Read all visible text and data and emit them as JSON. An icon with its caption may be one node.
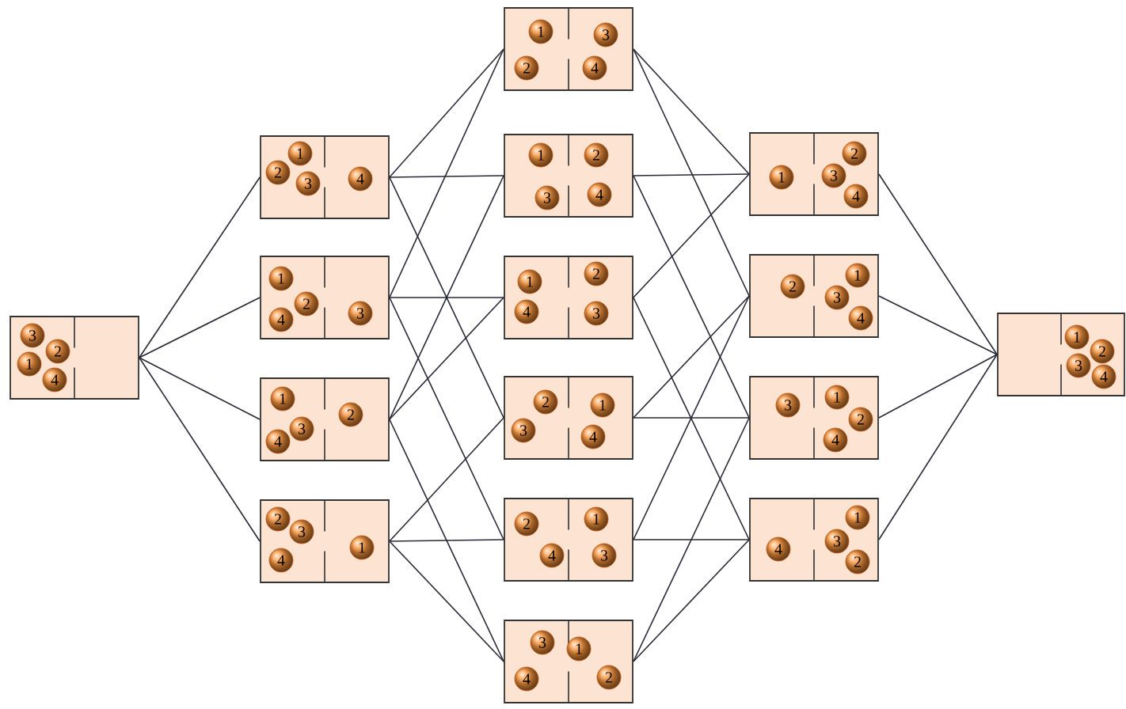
{
  "diagram": {
    "nodes": [
      {
        "text": [],
        "shape": "box"
      },
      {
        "text": [
          "1"
        ],
        "in": 0
      },
      {
        "text": [
          "2"
        ],
        "in": 0
      },
      {
        "text": [
          "3"
        ],
        "in": 0
      },
      {
        "text": [
          "4"
        ],
        "in": 0
      },
      {
        "text": [],
        "shape": "box"
      },
      {
        "text": [
          "1"
        ],
        "in": 5
      },
      {
        "text": [
          "2"
        ],
        "in": 5
      },
      {
        "text": [
          "3"
        ],
        "in": 5
      },
      {
        "text": [
          "4"
        ],
        "in": 5
      },
      {
        "text": [],
        "shape": "box"
      },
      {
        "text": [
          "1"
        ],
        "in": 10
      },
      {
        "text": [
          "2"
        ],
        "in": 10
      },
      {
        "text": [
          "3"
        ],
        "in": 10
      },
      {
        "text": [
          "4"
        ],
        "in": 10
      },
      {
        "text": [],
        "shape": "box"
      },
      {
        "text": [
          "1"
        ],
        "in": 15
      },
      {
        "text": [
          "2"
        ],
        "in": 15
      },
      {
        "text": [
          "3"
        ],
        "in": 15
      },
      {
        "text": [
          "4"
        ],
        "in": 15
      },
      {
        "text": [],
        "shape": "box"
      },
      {
        "text": [
          "1"
        ],
        "in": 20
      },
      {
        "text": [
          "2"
        ],
        "in": 20
      },
      {
        "text": [
          "3"
        ],
        "in": 20
      },
      {
        "text": [
          "4"
        ],
        "in": 20
      },
      {
        "text": [],
        "shape": "box"
      },
      {
        "text": [
          "1"
        ],
        "in": 25
      },
      {
        "text": [
          "2"
        ],
        "in": 25
      },
      {
        "text": [
          "3"
        ],
        "in": 25
      },
      {
        "text": [
          "4"
        ],
        "in": 25
      },
      {
        "text": [],
        "shape": "box"
      },
      {
        "text": [
          "1"
        ],
        "in": 30
      },
      {
        "text": [
          "2"
        ],
        "in": 30
      },
      {
        "text": [
          "3"
        ],
        "in": 30
      },
      {
        "text": [
          "4"
        ],
        "in": 30
      },
      {
        "text": [],
        "shape": "box"
      },
      {
        "text": [
          "1"
        ],
        "in": 35
      },
      {
        "text": [
          "2"
        ],
        "in": 35
      },
      {
        "text": [
          "3"
        ],
        "in": 35
      },
      {
        "text": [
          "4"
        ],
        "in": 35
      },
      {
        "text": [],
        "shape": "box"
      },
      {
        "text": [
          "1"
        ],
        "in": 40
      },
      {
        "text": [
          "2"
        ],
        "in": 40
      },
      {
        "text": [
          "3"
        ],
        "in": 40
      },
      {
        "text": [
          "4"
        ],
        "in": 40
      },
      {
        "text": [],
        "shape": "box"
      },
      {
        "text": [
          "1"
        ],
        "in": 45
      },
      {
        "text": [
          "2"
        ],
        "in": 45
      },
      {
        "text": [
          "3"
        ],
        "in": 45
      },
      {
        "text": [
          "4"
        ],
        "in": 45
      },
      {
        "text": [],
        "shape": "box"
      },
      {
        "text": [
          "1"
        ],
        "in": 50
      },
      {
        "text": [
          "2"
        ],
        "in": 50
      },
      {
        "text": [
          "3"
        ],
        "in": 50
      },
      {
        "text": [
          "4"
        ],
        "in": 50
      },
      {
        "text": [],
        "shape": "box"
      },
      {
        "text": [
          "1"
        ],
        "in": 55
      },
      {
        "text": [
          "2"
        ],
        "in": 55
      },
      {
        "text": [
          "3"
        ],
        "in": 55
      },
      {
        "text": [
          "4"
        ],
        "in": 55
      },
      {
        "text": [],
        "shape": "box"
      },
      {
        "text": [
          "1"
        ],
        "in": 60
      },
      {
        "text": [
          "2"
        ],
        "in": 60
      },
      {
        "text": [
          "3"
        ],
        "in": 60
      },
      {
        "text": [
          "4"
        ],
        "in": 60
      },
      {
        "text": [],
        "shape": "box"
      },
      {
        "text": [
          "1"
        ],
        "in": 65
      },
      {
        "text": [
          "2"
        ],
        "in": 65
      },
      {
        "text": [
          "3"
        ],
        "in": 65
      },
      {
        "text": [
          "4"
        ],
        "in": 65
      },
      {
        "text": [],
        "shape": "box"
      },
      {
        "text": [
          "1"
        ],
        "in": 70
      },
      {
        "text": [
          "2"
        ],
        "in": 70
      },
      {
        "text": [
          "3"
        ],
        "in": 70
      },
      {
        "text": [
          "4"
        ],
        "in": 70
      },
      {
        "text": [],
        "shape": "box"
      },
      {
        "text": [
          "1"
        ],
        "in": 75
      },
      {
        "text": [
          "2"
        ],
        "in": 75
      },
      {
        "text": [
          "3"
        ],
        "in": 75
      },
      {
        "text": [
          "4"
        ],
        "in": 75
      }
    ],
    "edges": [
      {
        "from": 0,
        "to": 5,
        "arrow": "none"
      },
      {
        "from": 0,
        "to": 10,
        "arrow": "none"
      },
      {
        "from": 0,
        "to": 15,
        "arrow": "none"
      },
      {
        "from": 0,
        "to": 20,
        "arrow": "none"
      },
      {
        "from": 5,
        "to": 25,
        "arrow": "none"
      },
      {
        "from": 5,
        "to": 30,
        "arrow": "none"
      },
      {
        "from": 5,
        "to": 40,
        "arrow": "none"
      },
      {
        "from": 10,
        "to": 25,
        "arrow": "none"
      },
      {
        "from": 10,
        "to": 35,
        "arrow": "none"
      },
      {
        "from": 10,
        "to": 45,
        "arrow": "none"
      },
      {
        "from": 15,
        "to": 30,
        "arrow": "none"
      },
      {
        "from": 15,
        "to": 35,
        "arrow": "none"
      },
      {
        "from": 15,
        "to": 50,
        "arrow": "none"
      },
      {
        "from": 20,
        "to": 40,
        "arrow": "none"
      },
      {
        "from": 20,
        "to": 45,
        "arrow": "none"
      },
      {
        "from": 20,
        "to": 50,
        "arrow": "none"
      },
      {
        "from": 25,
        "to": 55,
        "arrow": "none"
      },
      {
        "from": 25,
        "to": 60,
        "arrow": "none"
      },
      {
        "from": 30,
        "to": 55,
        "arrow": "none"
      },
      {
        "from": 30,
        "to": 65,
        "arrow": "none"
      },
      {
        "from": 35,
        "to": 55,
        "arrow": "none"
      },
      {
        "from": 35,
        "to": 70,
        "arrow": "none"
      },
      {
        "from": 40,
        "to": 60,
        "arrow": "none"
      },
      {
        "from": 40,
        "to": 65,
        "arrow": "none"
      },
      {
        "from": 45,
        "to": 60,
        "arrow": "none"
      },
      {
        "from": 45,
        "to": 70,
        "arrow": "none"
      },
      {
        "from": 50,
        "to": 65,
        "arrow": "none"
      },
      {
        "from": 50,
        "to": 70,
        "arrow": "none"
      },
      {
        "from": 55,
        "to": 75,
        "arrow": "none"
      },
      {
        "from": 60,
        "to": 75,
        "arrow": "none"
      },
      {
        "from": 65,
        "to": 75,
        "arrow": "none"
      },
      {
        "from": 70,
        "to": 75,
        "arrow": "none"
      }
    ]
  }
}
